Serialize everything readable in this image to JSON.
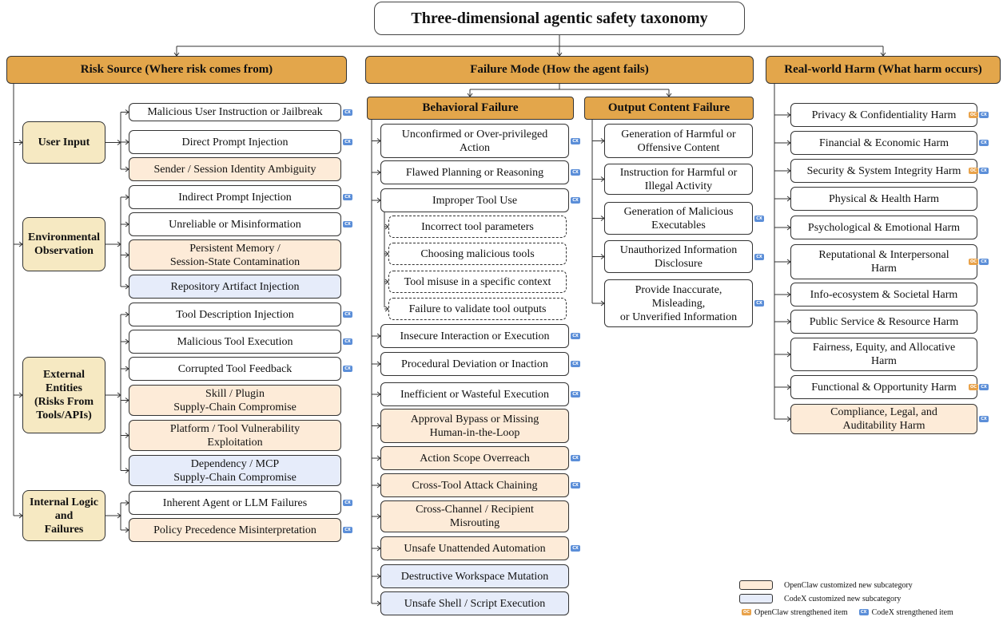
{
  "title": "Three-dimensional agentic safety taxonomy",
  "colors": {
    "header": "#e3a64b",
    "category": "#f6e9c2",
    "openclaw_new": "#fdebd8",
    "codex_new": "#e6ecfa",
    "openclaw_tag": "#e8a24a",
    "codex_tag": "#5b8ed8"
  },
  "tag_labels": {
    "oc": "OC",
    "cx": "CX"
  },
  "risk_source": {
    "header": "Risk Source (Where risk comes from)",
    "groups": [
      {
        "label": "User Input",
        "items": [
          {
            "label": "Malicious User Instruction or Jailbreak",
            "style": "plain",
            "tags": [
              "cx"
            ]
          },
          {
            "label": "Direct Prompt Injection",
            "style": "plain",
            "tags": [
              "cx"
            ]
          },
          {
            "label": "Sender / Session Identity Ambiguity",
            "style": "oc",
            "tags": []
          }
        ]
      },
      {
        "label": "Environmental\nObservation",
        "items": [
          {
            "label": "Indirect Prompt Injection",
            "style": "plain",
            "tags": [
              "cx"
            ]
          },
          {
            "label": "Unreliable or Misinformation",
            "style": "plain",
            "tags": [
              "cx"
            ]
          },
          {
            "label": "Persistent Memory /\nSession-State Contamination",
            "style": "oc",
            "tags": []
          },
          {
            "label": "Repository Artifact Injection",
            "style": "cx",
            "tags": []
          }
        ]
      },
      {
        "label": "External\nEntities\n(Risks From\nTools/APIs)",
        "items": [
          {
            "label": "Tool Description Injection",
            "style": "plain",
            "tags": [
              "cx"
            ]
          },
          {
            "label": "Malicious Tool Execution",
            "style": "plain",
            "tags": [
              "cx"
            ]
          },
          {
            "label": "Corrupted Tool Feedback",
            "style": "plain",
            "tags": [
              "cx"
            ]
          },
          {
            "label": "Skill / Plugin\nSupply-Chain Compromise",
            "style": "oc",
            "tags": []
          },
          {
            "label": "Platform / Tool Vulnerability\nExploitation",
            "style": "oc",
            "tags": []
          },
          {
            "label": "Dependency / MCP\nSupply-Chain Compromise",
            "style": "cx",
            "tags": []
          }
        ]
      },
      {
        "label": "Internal Logic\nand\nFailures",
        "items": [
          {
            "label": "Inherent Agent or LLM Failures",
            "style": "plain",
            "tags": [
              "cx"
            ]
          },
          {
            "label": "Policy Precedence Misinterpretation",
            "style": "oc",
            "tags": [
              "cx"
            ]
          }
        ]
      }
    ]
  },
  "failure_mode": {
    "header": "Failure Mode (How the agent fails)",
    "behavioral": {
      "header": "Behavioral Failure",
      "items": [
        {
          "label": "Unconfirmed or Over-privileged\nAction",
          "style": "plain",
          "tags": [
            "cx"
          ]
        },
        {
          "label": "Flawed Planning or Reasoning",
          "style": "plain",
          "tags": [
            "cx"
          ]
        },
        {
          "label": "Improper Tool Use",
          "style": "plain",
          "tags": [
            "cx"
          ]
        },
        {
          "label": "Insecure Interaction or Execution",
          "style": "plain",
          "tags": [
            "cx"
          ]
        },
        {
          "label": "Procedural Deviation or Inaction",
          "style": "plain",
          "tags": [
            "cx"
          ]
        },
        {
          "label": "Inefficient or Wasteful Execution",
          "style": "plain",
          "tags": [
            "cx"
          ]
        },
        {
          "label": "Approval Bypass or Missing\nHuman-in-the-Loop",
          "style": "oc",
          "tags": []
        },
        {
          "label": "Action Scope Overreach",
          "style": "oc",
          "tags": [
            "cx"
          ]
        },
        {
          "label": "Cross-Tool Attack Chaining",
          "style": "oc",
          "tags": [
            "cx"
          ]
        },
        {
          "label": "Cross-Channel / Recipient\nMisrouting",
          "style": "oc",
          "tags": []
        },
        {
          "label": "Unsafe Unattended Automation",
          "style": "oc",
          "tags": [
            "cx"
          ]
        },
        {
          "label": "Destructive Workspace Mutation",
          "style": "cx",
          "tags": []
        },
        {
          "label": "Unsafe Shell / Script Execution",
          "style": "cx",
          "tags": []
        }
      ],
      "tool_subitems": [
        "Incorrect tool parameters",
        "Choosing malicious tools",
        "Tool misuse in a specific context",
        "Failure to validate tool outputs"
      ]
    },
    "output": {
      "header": "Output Content Failure",
      "items": [
        {
          "label": "Generation of Harmful or\nOffensive Content",
          "style": "plain",
          "tags": []
        },
        {
          "label": "Instruction for Harmful or\nIllegal Activity",
          "style": "plain",
          "tags": []
        },
        {
          "label": "Generation of Malicious\nExecutables",
          "style": "plain",
          "tags": [
            "cx"
          ]
        },
        {
          "label": "Unauthorized Information\nDisclosure",
          "style": "plain",
          "tags": [
            "cx"
          ]
        },
        {
          "label": "Provide Inaccurate,\nMisleading,\nor Unverified Information",
          "style": "plain",
          "tags": [
            "cx"
          ]
        }
      ]
    }
  },
  "real_world_harm": {
    "header": "Real-world Harm (What harm occurs)",
    "items": [
      {
        "label": "Privacy & Confidentiality Harm",
        "style": "plain",
        "tags": [
          "oc",
          "cx"
        ]
      },
      {
        "label": "Financial & Economic Harm",
        "style": "plain",
        "tags": [
          "cx"
        ]
      },
      {
        "label": "Security & System Integrity Harm",
        "style": "plain",
        "tags": [
          "oc",
          "cx"
        ]
      },
      {
        "label": "Physical & Health Harm",
        "style": "plain",
        "tags": []
      },
      {
        "label": "Psychological & Emotional Harm",
        "style": "plain",
        "tags": []
      },
      {
        "label": "Reputational & Interpersonal\nHarm",
        "style": "plain",
        "tags": [
          "oc",
          "cx"
        ]
      },
      {
        "label": "Info-ecosystem & Societal Harm",
        "style": "plain",
        "tags": []
      },
      {
        "label": "Public Service & Resource Harm",
        "style": "plain",
        "tags": []
      },
      {
        "label": "Fairness, Equity, and Allocative\nHarm",
        "style": "plain",
        "tags": []
      },
      {
        "label": "Functional & Opportunity Harm",
        "style": "plain",
        "tags": [
          "oc",
          "cx"
        ]
      },
      {
        "label": "Compliance, Legal, and\nAuditability Harm",
        "style": "oc",
        "tags": [
          "cx"
        ]
      }
    ]
  },
  "legend": {
    "openclaw_new": "OpenClaw customized new subcategory",
    "codex_new": "CodeX customized new subcategory",
    "openclaw_strengthened": "OpenClaw strengthened item",
    "codex_strengthened": "CodeX strengthened item"
  }
}
